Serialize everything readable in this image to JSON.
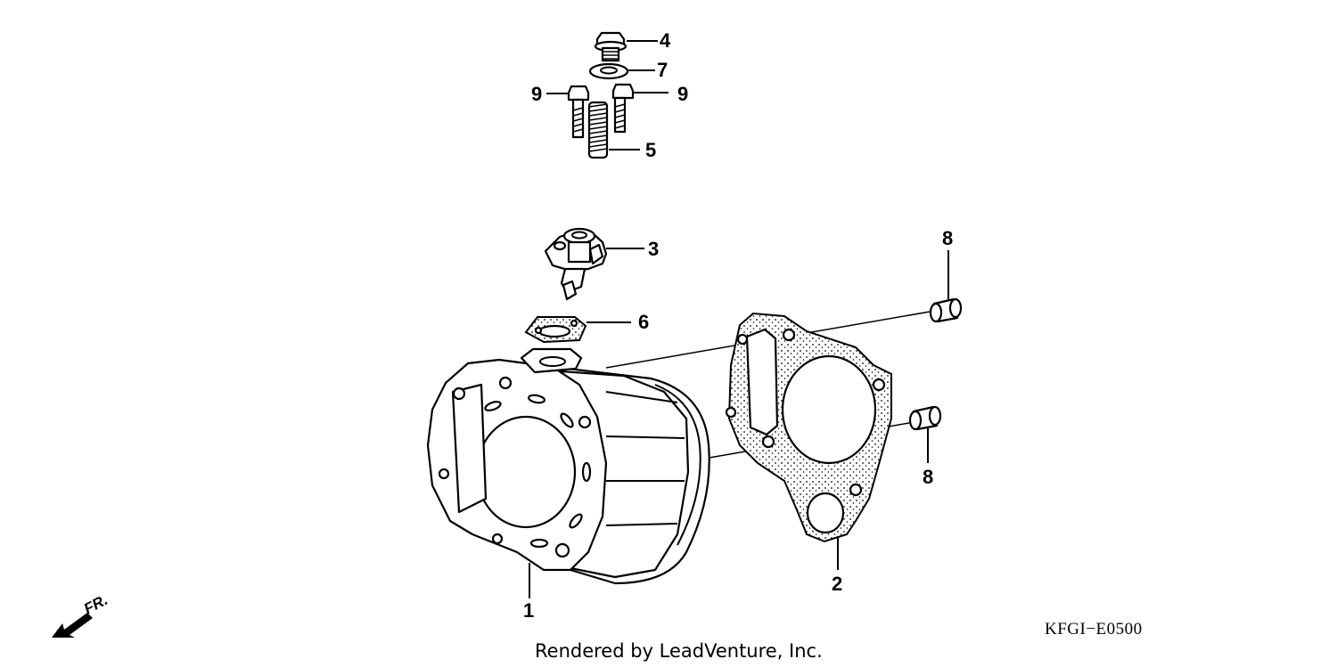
{
  "callouts": {
    "c1": "1",
    "c2": "2",
    "c3": "3",
    "c4": "4",
    "c5": "5",
    "c6": "6",
    "c7": "7",
    "c8a": "8",
    "c8b": "8",
    "c9a": "9",
    "c9b": "9"
  },
  "direction_label": "FR.",
  "diagram_code": "KFGI−E0500",
  "credit": "Rendered by LeadVenture, Inc."
}
